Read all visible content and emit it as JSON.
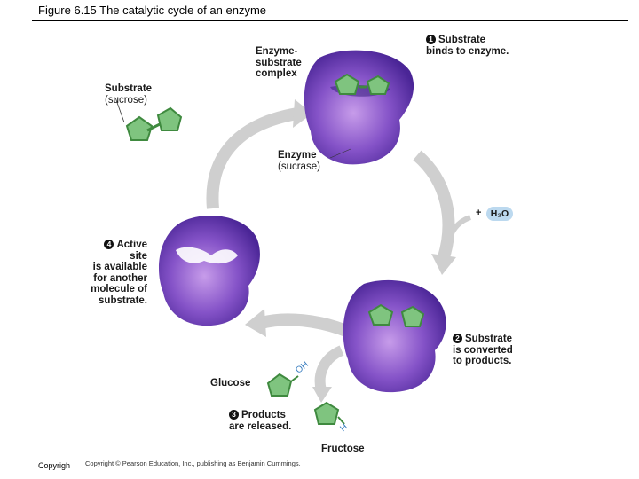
{
  "title": "Figure 6.15  The catalytic cycle of an enzyme",
  "labels": {
    "substrate_line1": "Substrate",
    "substrate_line2": "(sucrose)",
    "complex_line1": "Enzyme-",
    "complex_line2": "substrate",
    "complex_line3": "complex",
    "enzyme_line1": "Enzyme",
    "enzyme_line2": "(sucrase)",
    "glucose": "Glucose",
    "fructose": "Fructose",
    "plus": "+",
    "h2o": "H₂O",
    "oh": "OH",
    "h": "H"
  },
  "steps": [
    {
      "number": "1",
      "line1": "Substrate",
      "line2": "binds to enzyme."
    },
    {
      "number": "2",
      "line1": "Substrate",
      "line2": "is converted",
      "line3": "to products."
    },
    {
      "number": "3",
      "line1": "Products",
      "line2": "are released."
    },
    {
      "number": "4",
      "line1": "Active site",
      "line2": "is available",
      "line3": "for another",
      "line4": "molecule of",
      "line5": "substrate."
    }
  ],
  "footer": {
    "copyright_short": "Copyrigh",
    "copyright_full": "Copyright © Pearson Education, Inc., publishing as Benjamin Cummings."
  },
  "colors": {
    "enzyme_purple": "#5b2fa8",
    "enzyme_light": "#b68be0",
    "substrate_green": "#7fc47f",
    "substrate_dark": "#3f8a3f",
    "arrow_gray": "#cccccc",
    "water_blue": "#bcd9ef"
  }
}
